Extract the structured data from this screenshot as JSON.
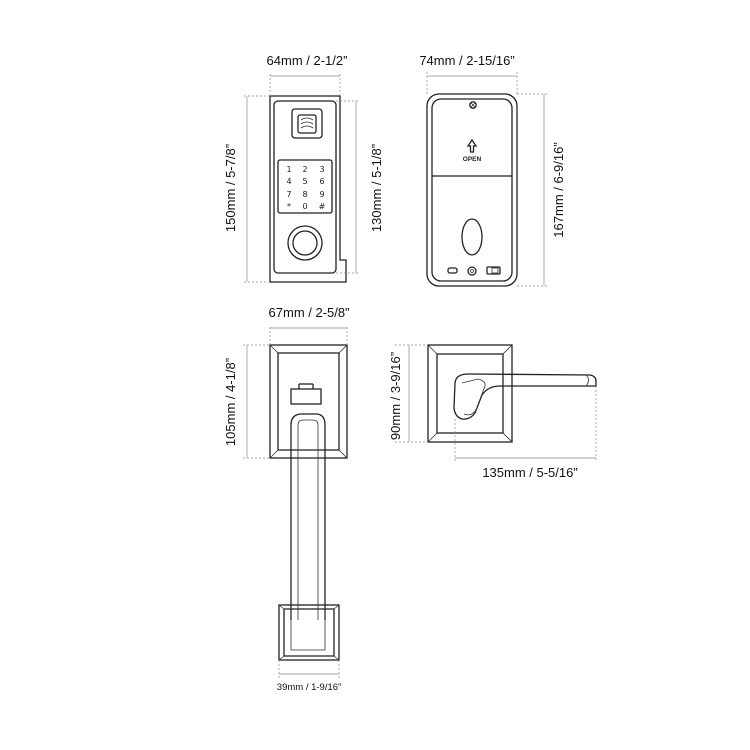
{
  "dimensions": {
    "keypad_width": "64mm / 2-1/2”",
    "keypad_height": "150mm / 5-7/8”",
    "keypad_inner_height": "130mm / 5-1/8”",
    "interior_width": "74mm / 2-15/16”",
    "interior_height": "167mm / 6-9/16”",
    "handle_rose_width": "67mm  / 2-5/8”",
    "handle_rose_height": "105mm / 4-1/8”",
    "handle_bottom_width": "39mm / 1-9/16”",
    "lever_height": "90mm / 3-9/16”",
    "lever_length": "135mm / 5-5/16”"
  },
  "keypad": {
    "keys": [
      "1",
      "2",
      "3",
      "4",
      "5",
      "6",
      "7",
      "8",
      "9",
      "*",
      "0",
      "#"
    ]
  },
  "interior_panel": {
    "open_label": "OPEN"
  },
  "colors": {
    "line": "#222222",
    "dimension": "#8a8a8a",
    "background": "#ffffff"
  }
}
